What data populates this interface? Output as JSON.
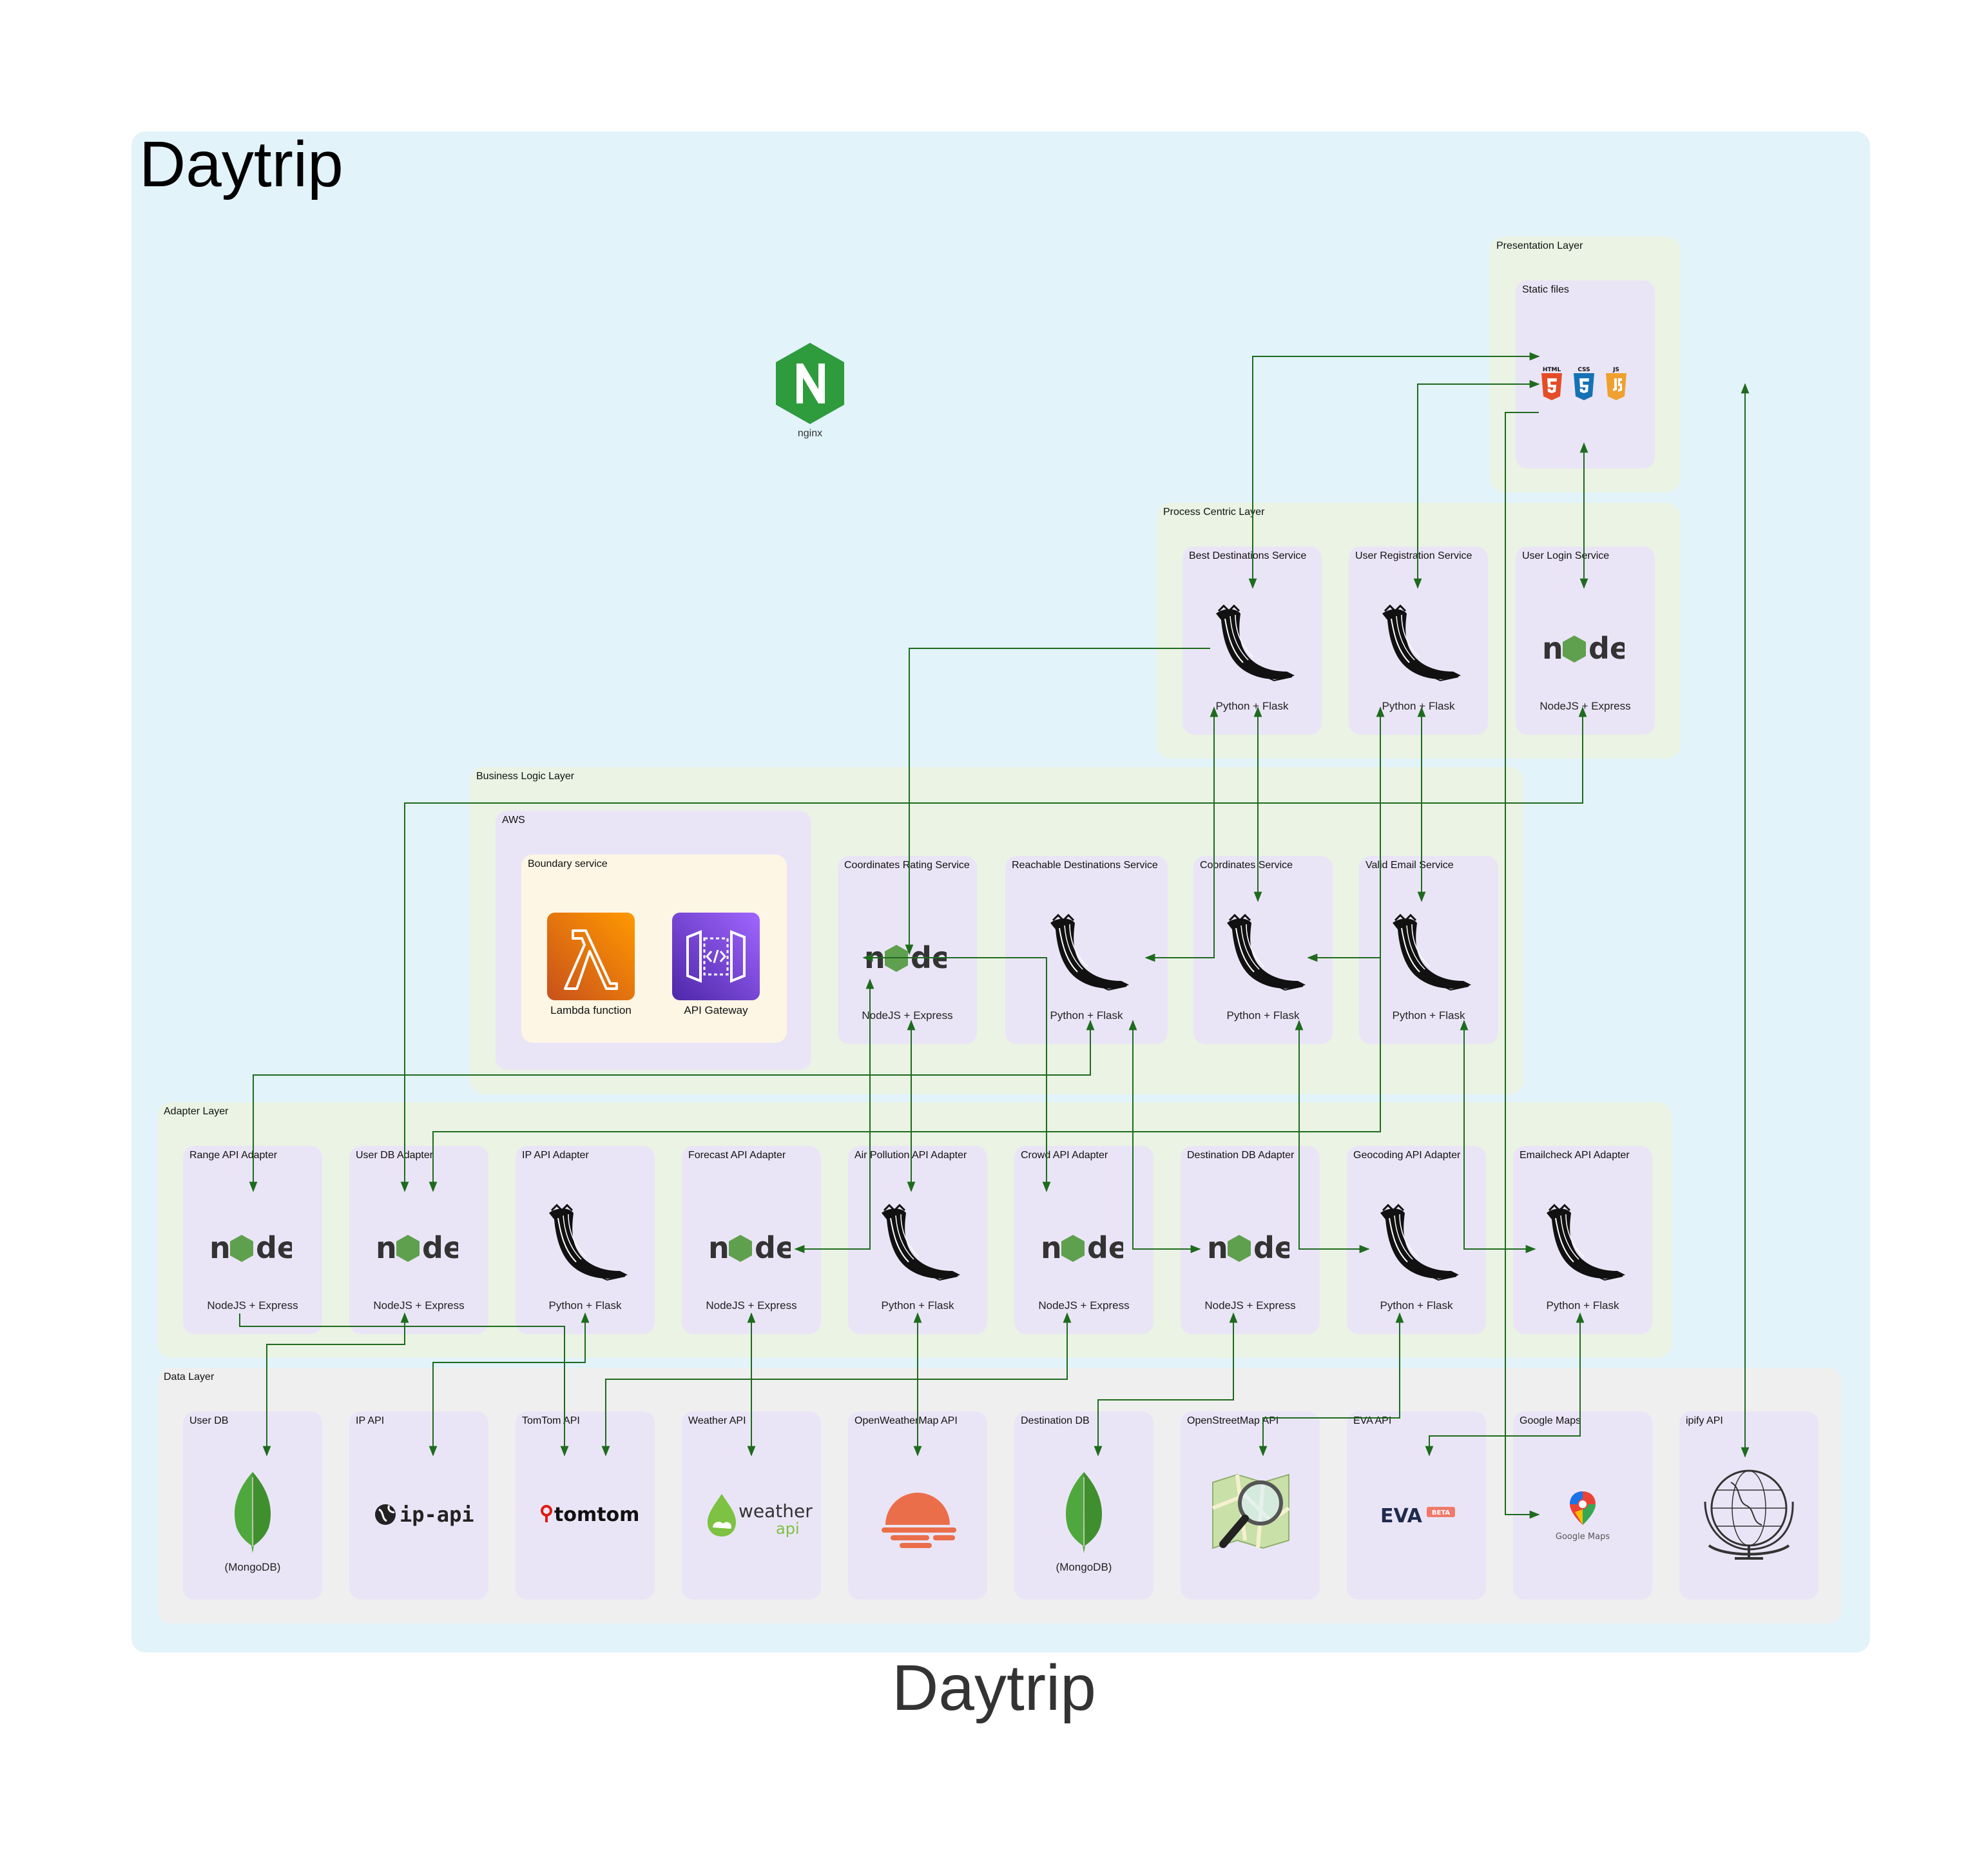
{
  "diagram": {
    "title": "Daytrip",
    "footer_title": "Daytrip",
    "nginx_label": "nginx",
    "layers": {
      "presentation": "Presentation Layer",
      "process": "Process Centric Layer",
      "business": "Business Logic Layer",
      "adapter": "Adapter Layer",
      "data": "Data Layer"
    },
    "groups": {
      "aws": "AWS",
      "boundary": "Boundary service"
    },
    "static_files": {
      "label": "Static files",
      "icons": [
        "HTML",
        "CSS",
        "JS"
      ]
    },
    "process_services": [
      {
        "label": "Best Destinations Service",
        "caption": "Python + Flask"
      },
      {
        "label": "User Registration Service",
        "caption": "Python + Flask"
      },
      {
        "label": "User Login Service",
        "caption": "NodeJS + Express"
      }
    ],
    "aws_items": [
      {
        "caption": "Lambda function"
      },
      {
        "caption": "API Gateway"
      }
    ],
    "business_services": [
      {
        "label": "Coordinates Rating Service",
        "caption": "NodeJS + Express"
      },
      {
        "label": "Reachable Destinations Service",
        "caption": "Python + Flask"
      },
      {
        "label": "Coordinates Service",
        "caption": "Python + Flask"
      },
      {
        "label": "Valid Email Service",
        "caption": "Python + Flask"
      }
    ],
    "adapters": [
      {
        "label": "Range API Adapter",
        "caption": "NodeJS + Express"
      },
      {
        "label": "User DB Adapter",
        "caption": "NodeJS + Express"
      },
      {
        "label": "IP API Adapter",
        "caption": "Python + Flask"
      },
      {
        "label": "Forecast API Adapter",
        "caption": "NodeJS + Express"
      },
      {
        "label": "Air Pollution API Adapter",
        "caption": "Python + Flask"
      },
      {
        "label": "Crowd API Adapter",
        "caption": "NodeJS + Express"
      },
      {
        "label": "Destination DB Adapter",
        "caption": "NodeJS + Express"
      },
      {
        "label": "Geocoding API Adapter",
        "caption": "Python + Flask"
      },
      {
        "label": "Emailcheck API Adapter",
        "caption": "Python + Flask"
      }
    ],
    "data_sources": [
      {
        "label": "User DB",
        "caption": "(MongoDB)"
      },
      {
        "label": "IP API",
        "logo_text": "ip-api"
      },
      {
        "label": "TomTom API",
        "logo_text": "tomtom"
      },
      {
        "label": "Weather API",
        "logo_text": "weather",
        "logo_sub": "api"
      },
      {
        "label": "OpenWeatherMap API"
      },
      {
        "label": "Destination DB",
        "caption": "(MongoDB)"
      },
      {
        "label": "OpenStreetMap API"
      },
      {
        "label": "EVA API",
        "logo_text": "EVA",
        "logo_badge": "BETA"
      },
      {
        "label": "Google Maps",
        "logo_text": "Google Maps"
      },
      {
        "label": "ipify API"
      }
    ],
    "colors": {
      "frame": "#e2f3fa",
      "layer": "#eaf3e4",
      "data_layer": "#efefef",
      "box": "#eae5f6",
      "boundary": "#fdf6e4",
      "arrow": "#1e6b1e",
      "nginx": "#2e9b3d",
      "node_green": "#5fa04e",
      "mongo": "#4fa83d"
    }
  }
}
